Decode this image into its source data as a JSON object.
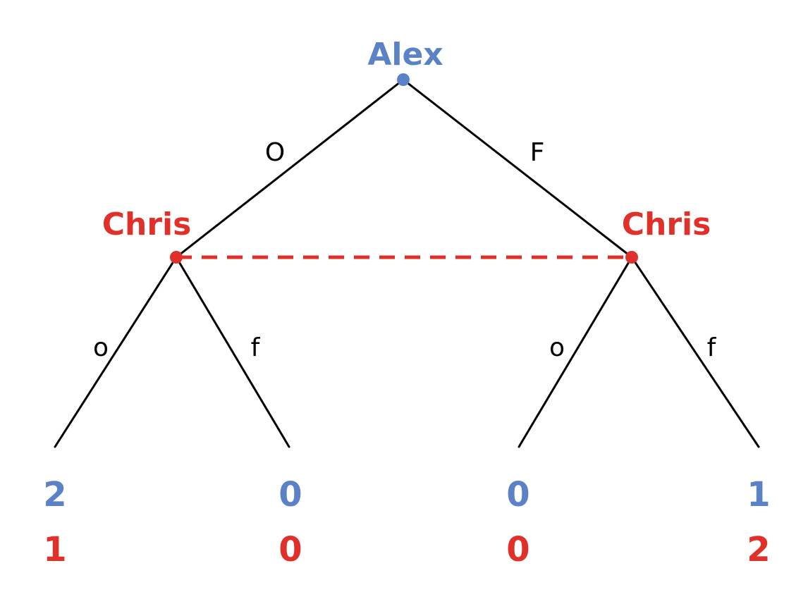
{
  "colors": {
    "player1": "#5b82c6",
    "player2": "#e0302a",
    "edge": "#000000"
  },
  "players": {
    "root": "Alex",
    "left": "Chris",
    "right": "Chris"
  },
  "actions": {
    "root_left": "O",
    "root_right": "F",
    "left_left": "o",
    "left_right": "f",
    "right_left": "o",
    "right_right": "f"
  },
  "payoffs": [
    {
      "p1": "2",
      "p2": "1"
    },
    {
      "p1": "0",
      "p2": "0"
    },
    {
      "p1": "0",
      "p2": "0"
    },
    {
      "p1": "1",
      "p2": "2"
    }
  ]
}
